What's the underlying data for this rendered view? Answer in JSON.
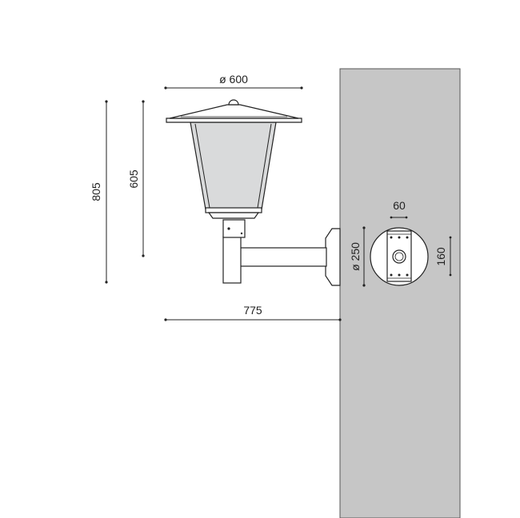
{
  "dimensions": {
    "shade_diameter": "ø 600",
    "overall_height": "805",
    "lantern_height": "605",
    "projection": "775",
    "plate_diameter": "ø 250",
    "hole_spacing_horizontal": "60",
    "hole_spacing_vertical": "160"
  },
  "colors": {
    "wall": "#c6c6c6",
    "wall_edge": "#555555",
    "lantern_glass": "#d9dadb",
    "line": "#222222"
  }
}
